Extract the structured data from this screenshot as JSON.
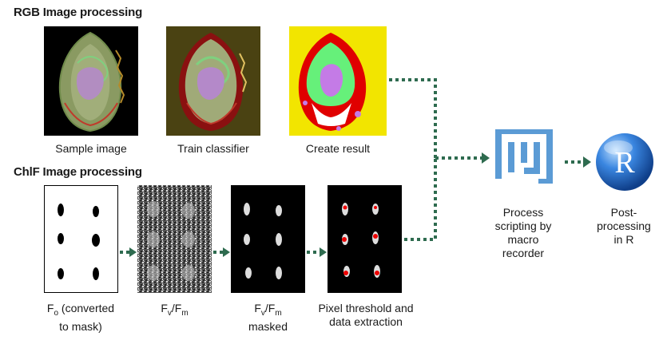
{
  "sections": {
    "rgb_title": "RGB Image processing",
    "chlf_title": "ChlF Image processing"
  },
  "rgb_steps": [
    {
      "caption": "Sample image"
    },
    {
      "caption": "Train classifier"
    },
    {
      "caption": "Create result"
    }
  ],
  "chlf_steps": [
    {
      "cap_line1_main": "F",
      "cap_line1_sub": "o",
      "cap_line1_rest": " (converted",
      "cap_line2": "to mask)"
    },
    {
      "cap_a": "F",
      "cap_a_sub": "v",
      "cap_sep": "/F",
      "cap_b_sub": "m"
    },
    {
      "cap_a": "F",
      "cap_a_sub": "v",
      "cap_sep": "/F",
      "cap_b_sub": "m",
      "cap_line2": "masked"
    },
    {
      "cap_line1": "Pixel threshold and",
      "cap_line2": "data extraction"
    }
  ],
  "tools": {
    "fiji_caption": [
      "Process",
      "scripting by",
      "macro",
      "recorder"
    ],
    "r_caption": [
      "Post-",
      "processing",
      "in R"
    ],
    "r_letter": "R"
  },
  "colors": {
    "arrow": "#2e6b4f",
    "fiji_blue": "#5b9bd5",
    "r_blue": "#1f5fb4",
    "yellow_bg": "#f2e500",
    "olive_bg": "#4a4212"
  }
}
